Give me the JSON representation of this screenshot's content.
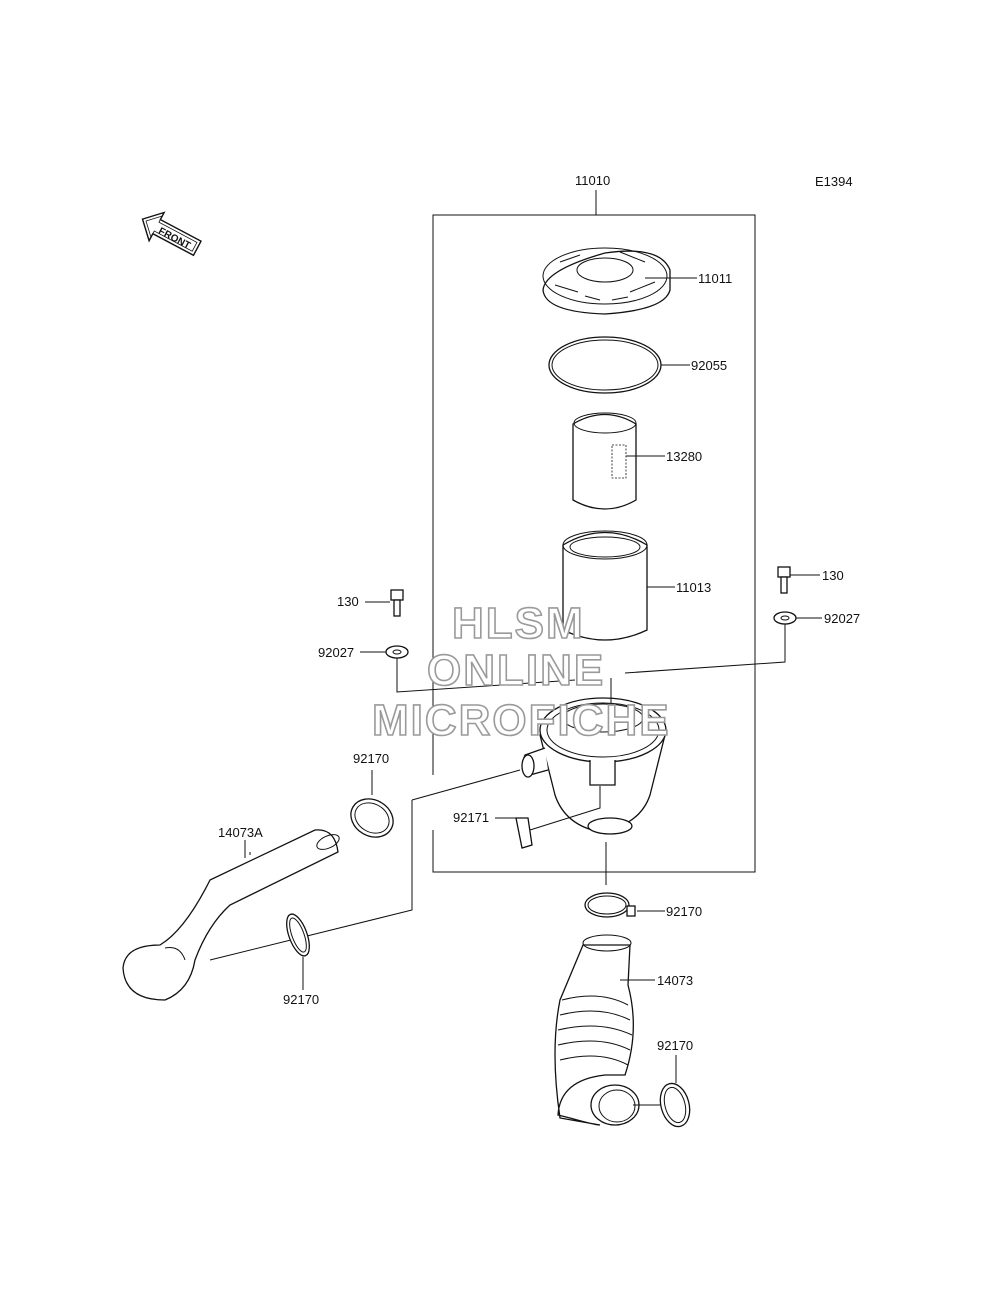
{
  "diagram_code": "E1394",
  "front_label": "FRONT",
  "watermark": {
    "line1": "HLSM",
    "line2": "ONLINE",
    "line3": "MICROFICHE"
  },
  "callouts": {
    "assembly": "11010",
    "cover": "11011",
    "o_ring": "92055",
    "pre_filter": "13280",
    "element": "11013",
    "bolt_left": "130",
    "washer_left": "92027",
    "bolt_right": "130",
    "washer_right": "92027",
    "clamp_upper_left": "92170",
    "duct_left": "14073A",
    "clamp_lower_left": "92170",
    "clip": "92171",
    "clamp_center": "92170",
    "duct_center": "14073",
    "clamp_lower_right": "92170"
  }
}
